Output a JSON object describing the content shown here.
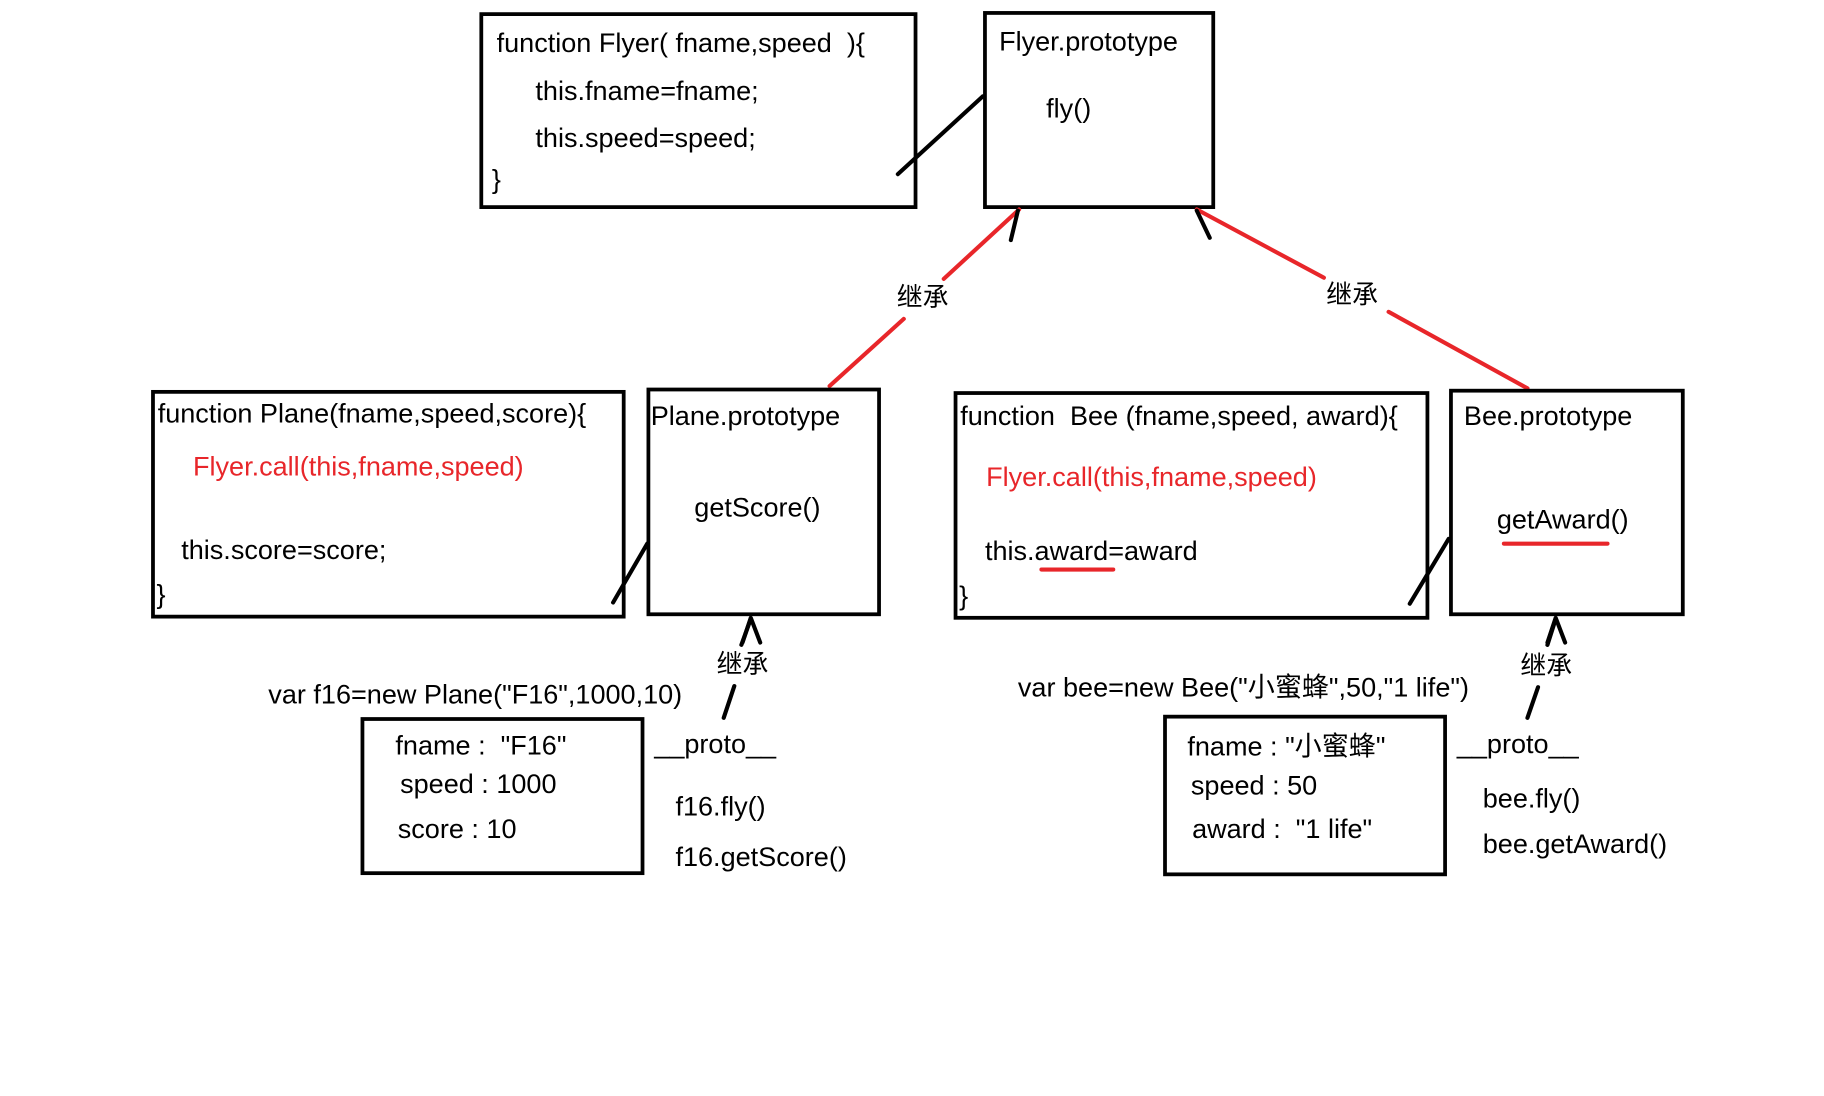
{
  "flyer_fn": {
    "header": "function Flyer( fname,speed  ){",
    "body": [
      "this.fname=fname;",
      "this.speed=speed;"
    ],
    "close": "}"
  },
  "flyer_proto": {
    "title": "Flyer.prototype",
    "methods": [
      "fly()"
    ]
  },
  "plane_fn": {
    "header": "function Plane(fname,speed,score){",
    "super_call": "Flyer.call(this,fname,speed)",
    "body": [
      "this.score=score;"
    ],
    "close": "}"
  },
  "plane_proto": {
    "title": "Plane.prototype",
    "methods": [
      "getScore()"
    ]
  },
  "bee_fn": {
    "header": "function  Bee (fname,speed, award){",
    "super_call": "Flyer.call(this,fname,speed)",
    "body": [
      "this.award=award"
    ],
    "close": "}"
  },
  "bee_proto": {
    "title": "Bee.prototype",
    "methods": [
      "getAward()"
    ]
  },
  "inherit_labels": [
    "继承",
    "继承",
    "继承",
    "继承"
  ],
  "f16": {
    "declaration": "var f16=new Plane(\"F16\",1000,10)",
    "fields": [
      "fname :  \"F16\"",
      "speed : 1000",
      "score : 10"
    ],
    "proto_label": "__proto__",
    "calls": [
      "f16.fly()",
      "f16.getScore()"
    ]
  },
  "bee": {
    "declaration": "var bee=new Bee(\"小蜜蜂\",50,\"1 life\")",
    "fields": [
      "fname : \"小蜜蜂\"",
      "speed : 50",
      "award :  \"1 life\""
    ],
    "proto_label": "__proto__",
    "calls": [
      "bee.fly()",
      "bee.getAward()"
    ]
  },
  "colors": {
    "line": "#000000",
    "highlight": "#e8262a"
  }
}
